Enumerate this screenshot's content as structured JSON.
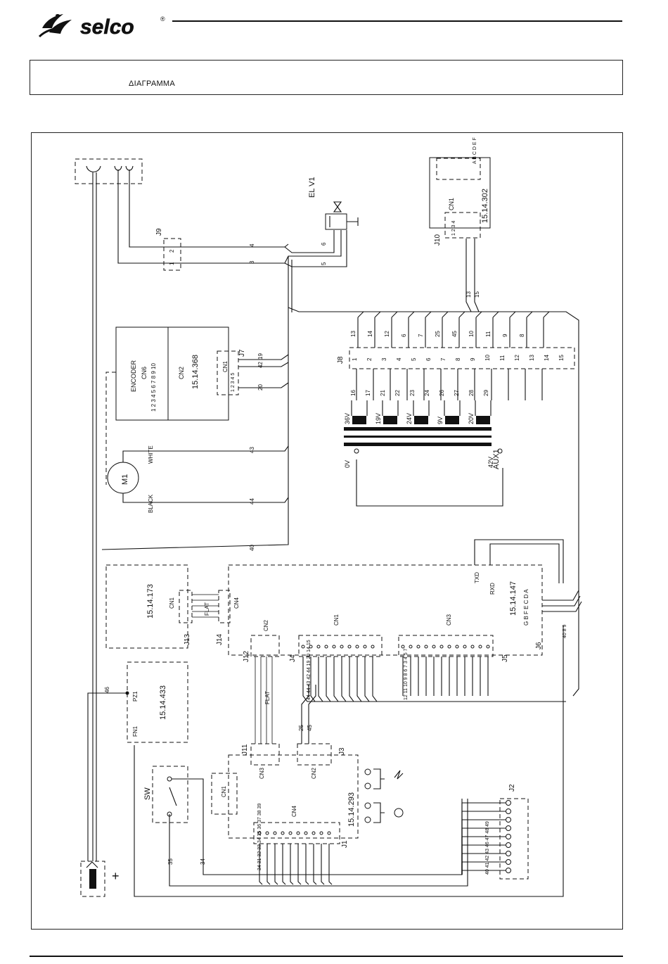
{
  "header": {
    "brand": "selco",
    "registered_mark": "®"
  },
  "title": {
    "text": "ΔΙΑΓΡΑΜΜΑ"
  },
  "components": {
    "elv": "EL V1",
    "j9": "J9",
    "j10": "J10",
    "rc_cn": "CN1",
    "rc_code": "15.14.302",
    "rc_pins": "1  2  3  4",
    "rc_letters": "A  B  C  D  E  F",
    "encoder": "ENCODER",
    "cn6": "CN6",
    "cn2": "CN2",
    "enc_pins": "1 2 3 4 5 6 7 8 9 10",
    "enc_code": "15.14.368",
    "j7": "J7",
    "j7_cn": "CN1",
    "j7_pins": "1 2 3 4 5",
    "motor": "M1",
    "white": "WHITE",
    "black": "BLACK",
    "aux": "AUX1",
    "j8": "J8",
    "code173": "15.14.173",
    "j13": "J13",
    "j14": "J14",
    "cn1": "CN1",
    "cn4": "CN4",
    "cn3": "CN3",
    "flat": "FLAT",
    "code147": "15.14.147",
    "txd": "TXD",
    "rxd": "RXD",
    "j6": "J6",
    "j6_letters": "G B F E C D A",
    "j12": "J12",
    "j4": "J4",
    "j5": "J5",
    "code433": "15.14.433",
    "pz1": "PZ1",
    "fn1": "FN1",
    "j11": "J11",
    "j3": "J3",
    "code293": "15.14.293",
    "j1": "J1",
    "j2": "J2",
    "sw": "SW",
    "plus": "+"
  },
  "transformer": {
    "secondary": [
      "36V",
      "0V",
      "19V",
      "0V",
      "24V",
      "0V",
      "9V",
      "0V",
      "20V",
      "0V"
    ],
    "primary": [
      "0V",
      "42V"
    ]
  },
  "j8_pins": {
    "left": [
      "16",
      "17",
      "21",
      "22",
      "23",
      "24",
      "26",
      "27",
      "28",
      "29"
    ],
    "center": [
      "1",
      "2",
      "3",
      "4",
      "5",
      "6",
      "7",
      "8",
      "9",
      "10",
      "11",
      "12",
      "13",
      "14",
      "15"
    ],
    "right": [
      "13",
      "14",
      "12",
      "6",
      "7",
      "25",
      "45",
      "10",
      "11",
      "9",
      "8"
    ]
  },
  "wires": {
    "w4": "4",
    "w3": "3",
    "w6": "6",
    "w5": "5",
    "w13": "13",
    "w15": "15",
    "w19": "19",
    "w42": "42",
    "w20": "20",
    "w43": "43",
    "w44": "44",
    "w40": "40",
    "w46": "46",
    "w25": "25",
    "w45": "45",
    "w35": "35",
    "w34": "34",
    "j7_right": "40 8 9",
    "j4_wires": "44 44 43 42 44 19 20 14 15",
    "j5_wires": "12 11 10 9 8 6 7 3 4 5 7",
    "j1_wires": "34 31 32 33 34 35 36 37 38 39",
    "j2_wires": "40 41 42 43 46 47 48 49"
  }
}
